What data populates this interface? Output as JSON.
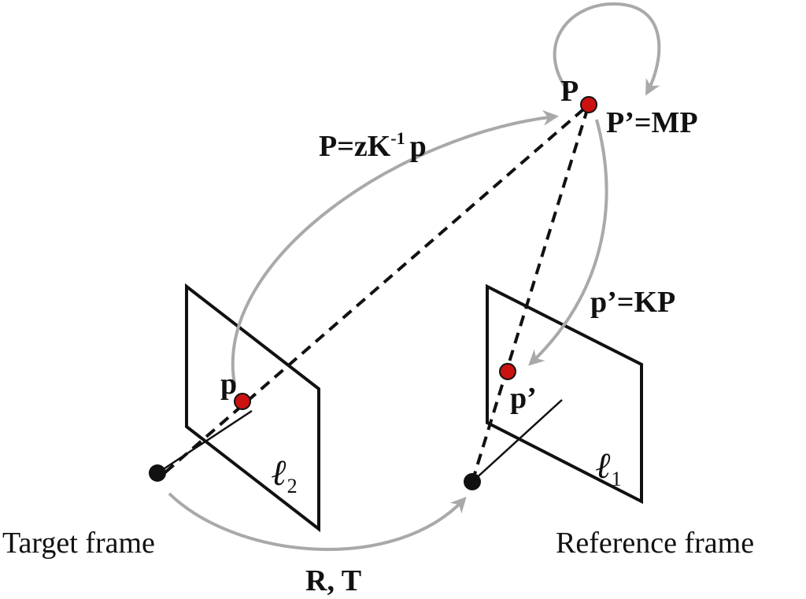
{
  "labels": {
    "point_P": "P",
    "transform": "P’=MP",
    "backproject_prefix": "P=zK",
    "backproject_sup": "-1",
    "backproject_suffix": "p",
    "project": "p’=KP",
    "pixel_p": "p",
    "pixel_p_prime": "p’",
    "plane_left_letter": "ℓ",
    "plane_left_sub": "2",
    "plane_right_letter": "ℓ",
    "plane_right_sub": "1",
    "target_frame": "Target frame",
    "reference_frame": "Reference frame",
    "pose": "R, T"
  },
  "colors": {
    "ink": "#111111",
    "arrow_gray": "#a9a9a9",
    "point_red": "#cc1111"
  }
}
